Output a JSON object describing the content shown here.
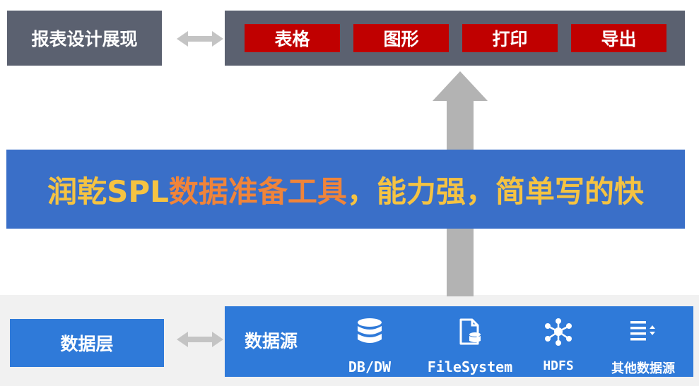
{
  "top": {
    "report_label": "报表设计展现",
    "outputs": [
      {
        "label": "表格"
      },
      {
        "label": "图形"
      },
      {
        "label": "打印"
      },
      {
        "label": "导出"
      }
    ]
  },
  "banner": {
    "part1": "润乾SPL",
    "part2": "数据准备工具",
    "part3": "，能力强，简单写的快"
  },
  "bottom": {
    "layer_label": "数据层",
    "source_label": "数据源",
    "sources": [
      {
        "label": "DB/DW",
        "icon": "database-icon"
      },
      {
        "label": "FileSystem",
        "icon": "file-system-icon"
      },
      {
        "label": "HDFS",
        "icon": "hdfs-network-icon"
      },
      {
        "label": "其他数据源",
        "icon": "list-sort-icon"
      }
    ]
  },
  "colors": {
    "panel_gray": "#5b6170",
    "output_red": "#c00000",
    "banner_blue": "#3a6fc8",
    "data_blue": "#2f7ad9",
    "banner_yellow": "#f5c342",
    "banner_orange": "#f0843a",
    "arrow_gray": "#b3b3b3"
  }
}
